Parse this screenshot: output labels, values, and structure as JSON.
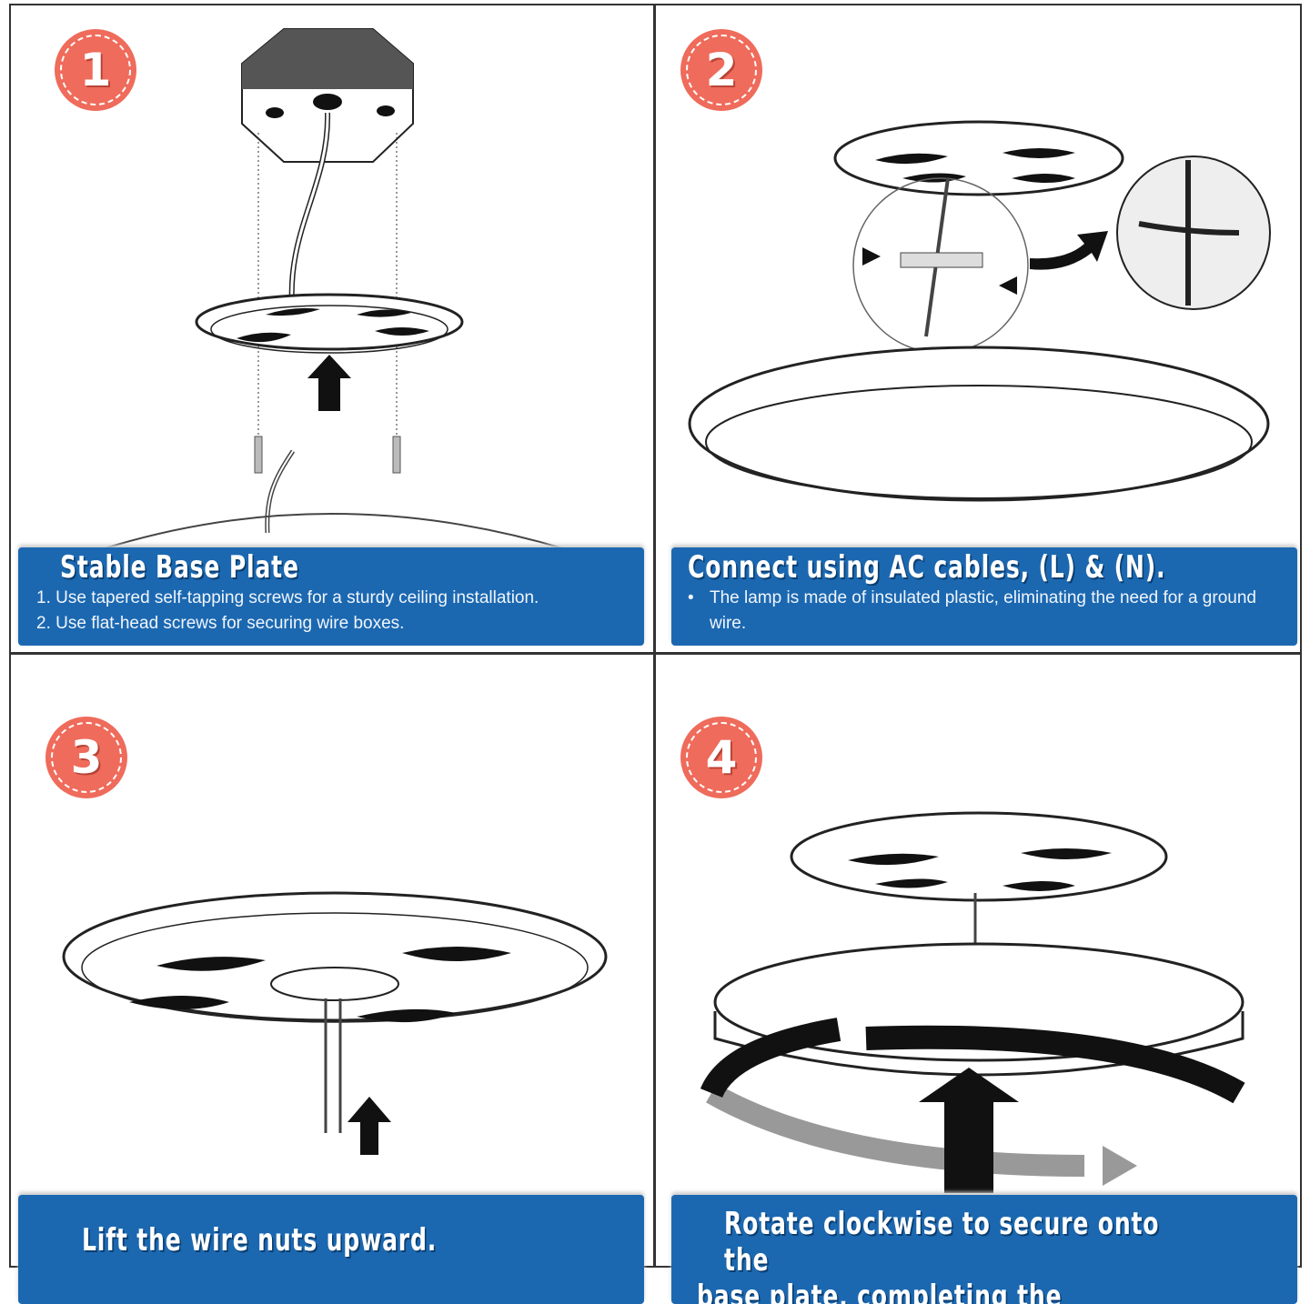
{
  "steps": [
    {
      "number": "1",
      "title": "Stable Base Plate",
      "lines": [
        "1. Use tapered self-tapping screws for a sturdy ceiling installation.",
        "2. Use flat-head screws for securing wire boxes."
      ]
    },
    {
      "number": "2",
      "title": "Connect using AC cables, (L) & (N).",
      "lines": [
        "The lamp is made of insulated plastic, eliminating the need for a ground wire."
      ]
    },
    {
      "number": "3",
      "title": "Lift the wire nuts upward.",
      "lines": []
    },
    {
      "number": "4",
      "title": "Rotate clockwise to secure onto the",
      "title2": "base plate, completing the installation.",
      "lines": []
    }
  ],
  "colors": {
    "badge": "#ef6b5b",
    "banner": "#1b68b1"
  }
}
